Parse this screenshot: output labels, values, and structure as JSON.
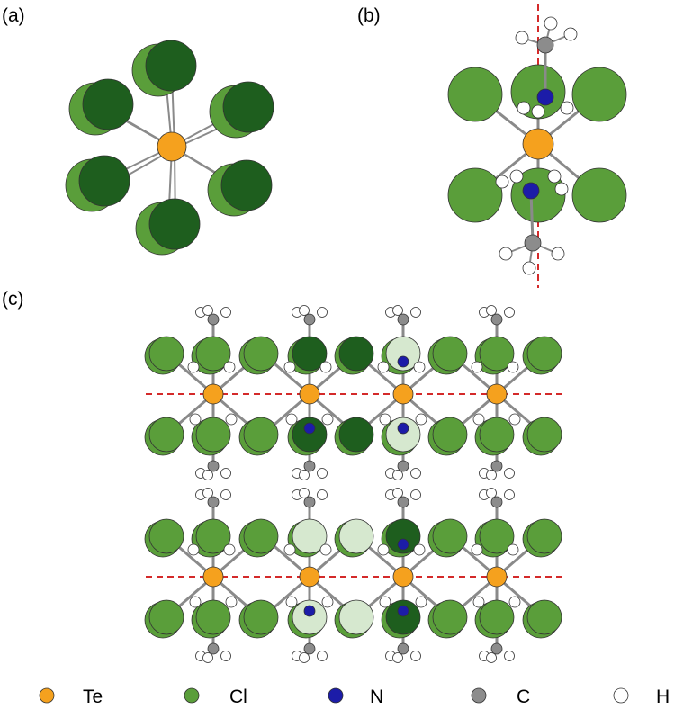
{
  "panels": {
    "a": "(a)",
    "b": "(b)",
    "c": "(c)"
  },
  "legend": [
    {
      "key": "te",
      "label": "Te",
      "color": "#F5A11E"
    },
    {
      "key": "cl",
      "label": "Cl",
      "color": "#5A9E3A"
    },
    {
      "key": "n",
      "label": "N",
      "color": "#1C1CA8"
    },
    {
      "key": "c",
      "label": "C",
      "color": "#8C8C8C"
    },
    {
      "key": "h",
      "label": "H",
      "color": "#FFFFFF"
    }
  ],
  "colors": {
    "te": "#F5A11E",
    "cl": "#5A9E3A",
    "cl_dark": "#1E5E1E",
    "cl_pale": "#D6E8CF",
    "n": "#1C1CA8",
    "c": "#8C8C8C",
    "h": "#FFFFFF",
    "bond": "#8A8A8A",
    "axis_line": "#D42A2A"
  }
}
